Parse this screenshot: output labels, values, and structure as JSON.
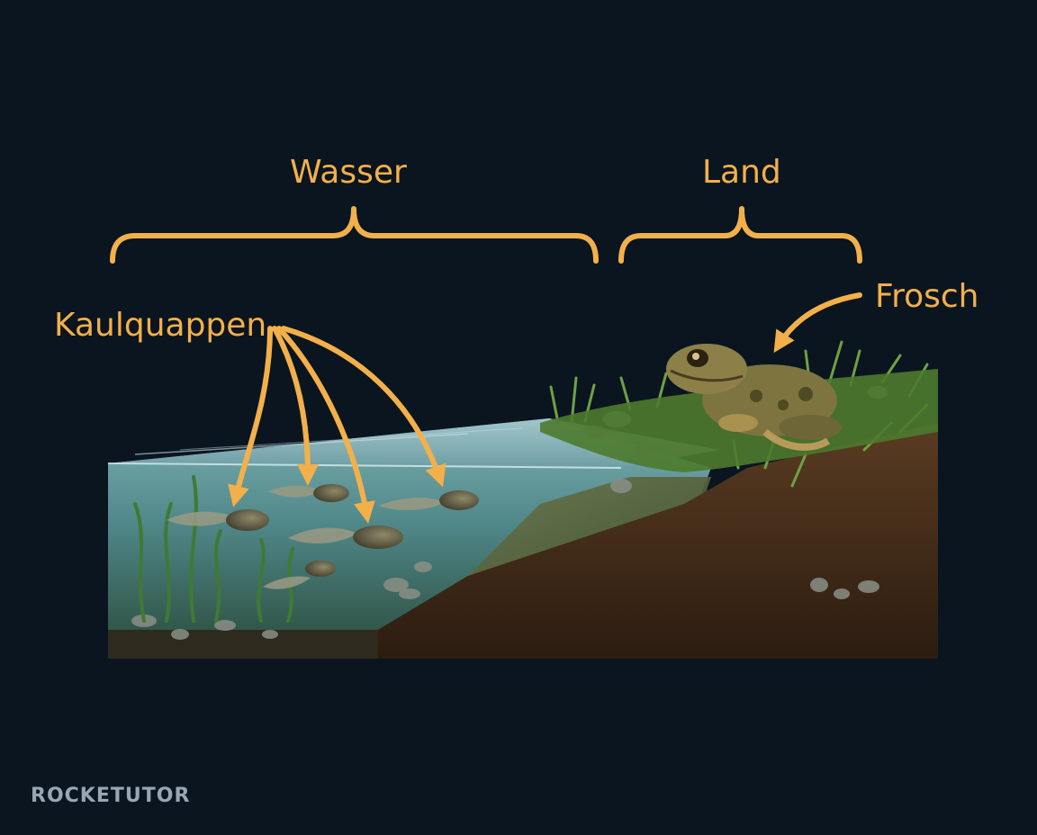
{
  "labels": {
    "water": "Wasser",
    "land": "Land",
    "frog": "Frosch",
    "tadpoles": "Kaulquappen"
  },
  "brand": {
    "name": "ROCKETUTOR"
  },
  "colors": {
    "background": "#0a1520",
    "annotation": "#f3b04a",
    "water": "#5f9aa0",
    "soil": "#3c2718",
    "grass": "#5f8f3a",
    "frog": "#8c7f45"
  }
}
